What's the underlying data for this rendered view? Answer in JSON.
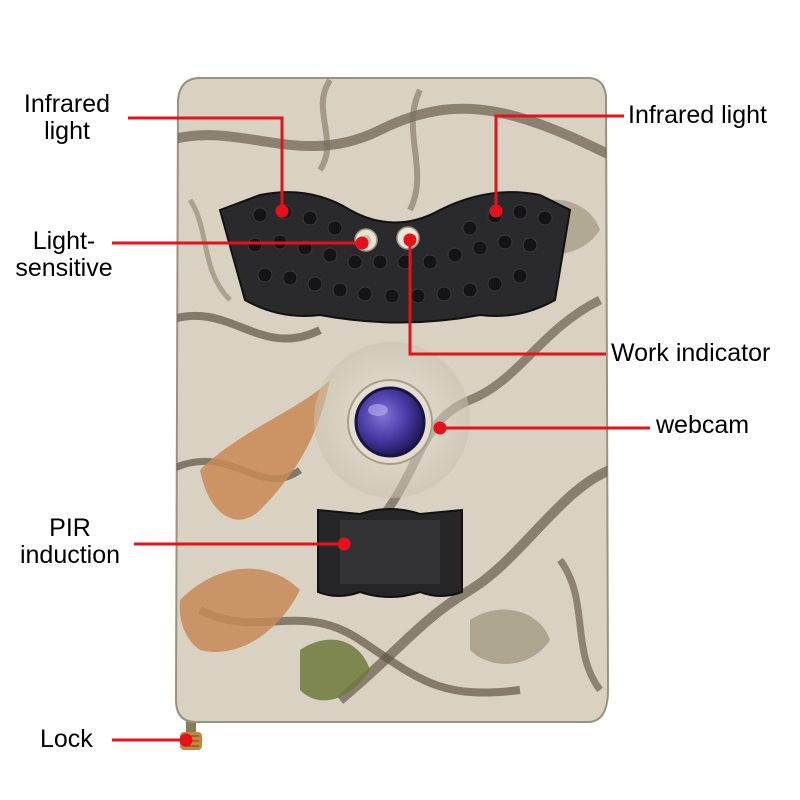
{
  "colors": {
    "callout_line": "#e8101a",
    "body_camo_base": "#d9d2c2",
    "ir_panel": "#2a2a2c",
    "ir_led": "#141416",
    "lens": "#4b3ea8",
    "pir_window": "#262628",
    "lock_knob": "#c08a3e"
  },
  "labels": {
    "infrared_light_left_line1": "Infrared",
    "infrared_light_left_line2": "light",
    "infrared_light_right": "Infrared light",
    "light_sensitive_line1": "Light-",
    "light_sensitive_line2": "sensitive",
    "work_indicator": "Work indicator",
    "webcam": "webcam",
    "pir_line1": "PIR",
    "pir_line2": "induction",
    "lock": "Lock"
  },
  "icons": {
    "camera": "trail-camera-icon"
  }
}
